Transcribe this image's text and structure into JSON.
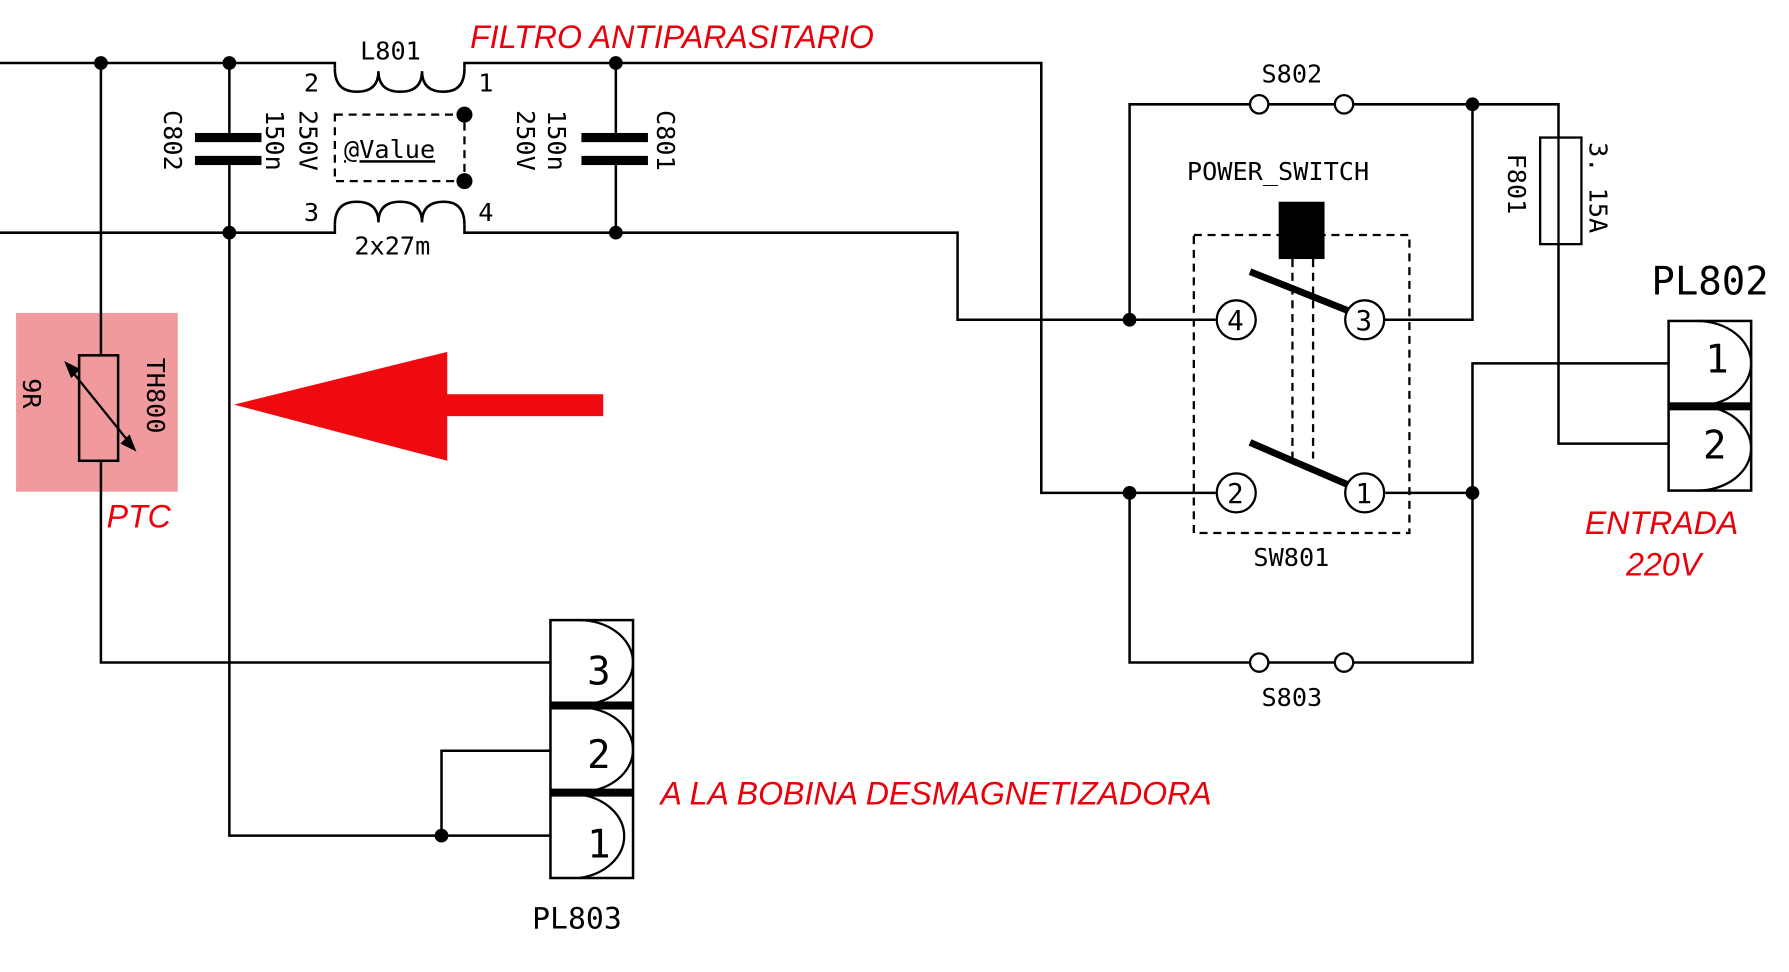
{
  "colors": {
    "annotation_red": "#e8000b",
    "highlight_pink": "#f09a9e",
    "wire": "#000000"
  },
  "annotations": {
    "filter_title": "FILTRO  ANTIPARASITARIO",
    "ptc_label": "PTC",
    "degauss_label": "A LA BOBINA DESMAGNETIZADORA",
    "input_label_line1": "ENTRADA",
    "input_label_line2": "220V"
  },
  "components": {
    "l801": {
      "ref": "L801",
      "value": "2x27m",
      "value_placeholder": "@Value",
      "pins": [
        "2",
        "1",
        "3",
        "4"
      ]
    },
    "c802": {
      "ref": "C802",
      "value": "150n",
      "voltage": "250V"
    },
    "c801": {
      "ref": "C801",
      "value": "150n",
      "voltage": "250V"
    },
    "th800": {
      "ref": "TH800",
      "value": "9R"
    },
    "s802": {
      "ref": "S802"
    },
    "s803": {
      "ref": "S803"
    },
    "sw801": {
      "ref": "SW801",
      "name": "POWER_SWITCH",
      "pins": [
        "4",
        "3",
        "2",
        "1"
      ]
    },
    "f801": {
      "ref": "F801",
      "value": "3. 15A"
    },
    "pl802": {
      "ref": "PL802",
      "pins": [
        "1",
        "2"
      ]
    },
    "pl803": {
      "ref": "PL803",
      "pins": [
        "3",
        "2",
        "1"
      ]
    }
  },
  "highlight": {
    "target": "TH800",
    "arrow_direction": "left"
  }
}
